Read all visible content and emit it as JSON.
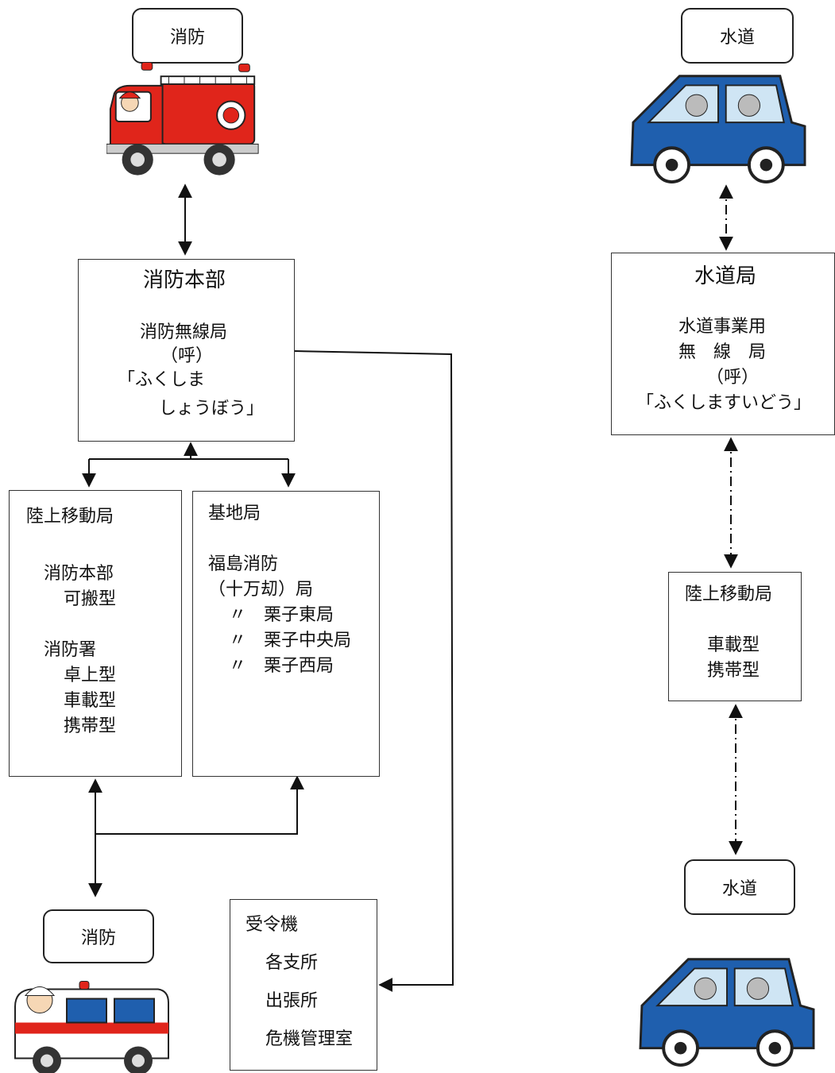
{
  "left": {
    "top_label": "消防",
    "hq": {
      "title": "消防本部",
      "line1": "消防無線局",
      "line2": "（呼）",
      "line3": "「ふくしま",
      "line4": "しょうぼう」"
    },
    "land_mobile": {
      "title": "陸上移動局",
      "l1": "消防本部",
      "l2": "可搬型",
      "l3": "消防署",
      "l4": "卓上型",
      "l5": "車載型",
      "l6": "携帯型"
    },
    "base": {
      "title": "基地局",
      "l1": "福島消防",
      "l2": "（十万刧）局",
      "r1": "〃　栗子東局",
      "r2": "〃　栗子中央局",
      "r3": "〃　栗子西局"
    },
    "receiver": {
      "title": "受令機",
      "l1": "各支所",
      "l2": "出張所",
      "l3": "危機管理室"
    },
    "bottom_label": "消防"
  },
  "right": {
    "top_label": "水道",
    "bureau": {
      "title": "水道局",
      "l1": "水道事業用",
      "l2": "無　線　局",
      "l3": "（呼）",
      "l4": "「ふくしますいどう」"
    },
    "land_mobile": {
      "title": "陸上移動局",
      "l1": "車載型",
      "l2": "携帯型"
    },
    "bottom_label": "水道"
  },
  "icons": {
    "fire_truck": "fire-truck-icon",
    "ambulance": "ambulance-icon",
    "water_car": "water-car-icon"
  },
  "colors": {
    "fire_red": "#e0251b",
    "car_blue": "#1f5fae",
    "line": "#111111"
  }
}
